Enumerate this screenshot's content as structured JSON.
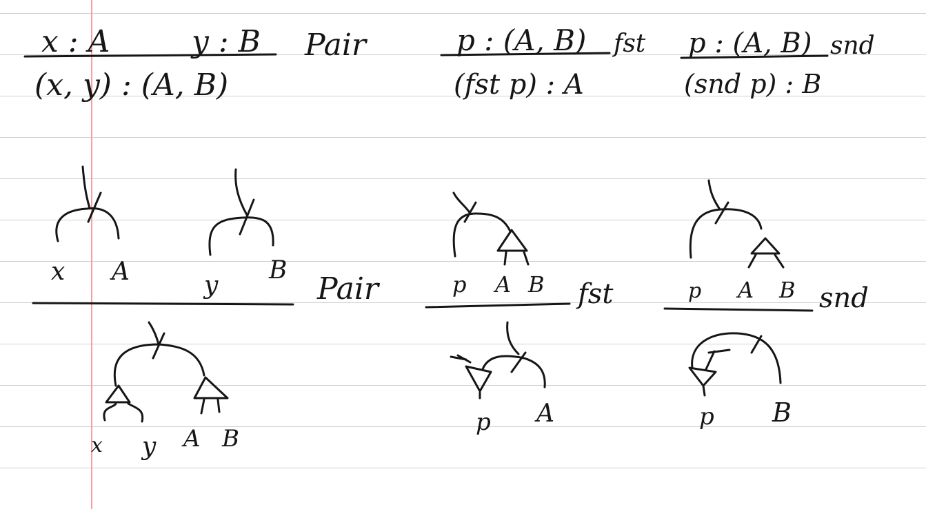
{
  "page": {
    "background": "#ffffff",
    "rule_line_color": "#cfcfcf",
    "margin_line_color": "#f2a0a0",
    "ink_color": "#161616"
  },
  "rules": {
    "pair": {
      "premise_left": "x : A",
      "premise_right": "y : B",
      "conclusion": "(x, y) : (A, B)",
      "name": "Pair"
    },
    "fst": {
      "premise": "p : (A, B)",
      "conclusion": "(fst p) : A",
      "name": "fst"
    },
    "snd": {
      "premise": "p : (A, B)",
      "conclusion": "(snd p) : B",
      "name": "snd"
    }
  },
  "diagrams": {
    "pair": {
      "premise_labels": [
        "x",
        "A",
        "y",
        "B"
      ],
      "name": "Pair",
      "conclusion_labels": [
        "x",
        "y",
        "A",
        "B"
      ]
    },
    "fst": {
      "premise_labels": [
        "p",
        "A",
        "B"
      ],
      "name": "fst",
      "conclusion_labels": [
        "p",
        "A"
      ]
    },
    "snd": {
      "premise_labels": [
        "p",
        "A",
        "B"
      ],
      "name": "snd",
      "conclusion_labels": [
        "p",
        "B"
      ]
    }
  }
}
